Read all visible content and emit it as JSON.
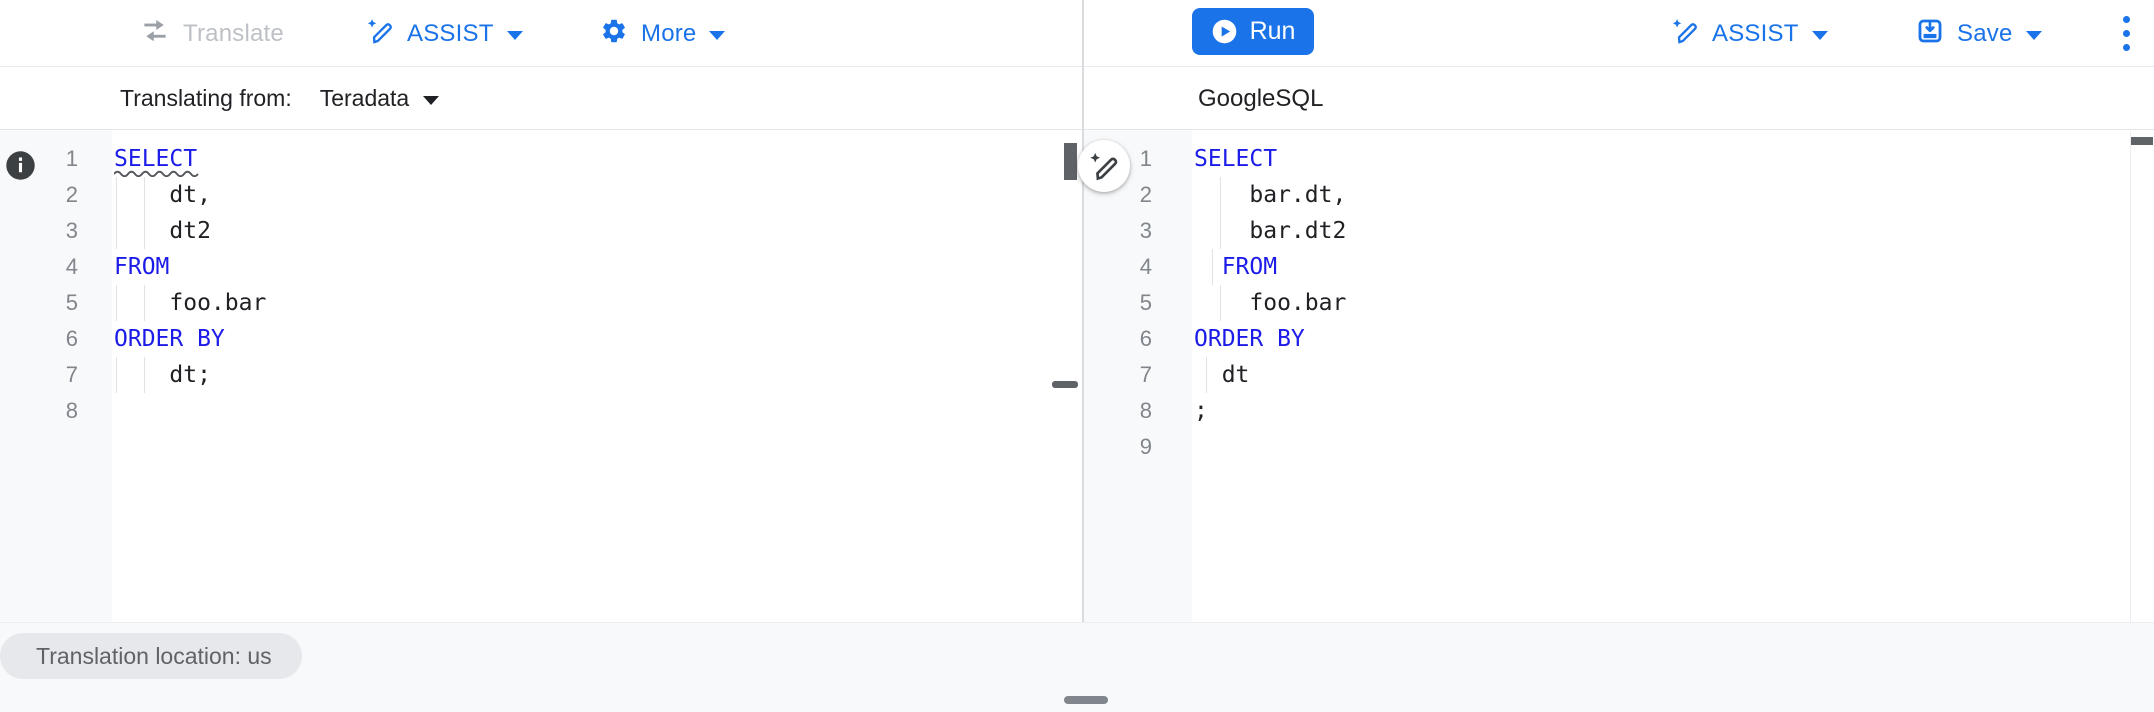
{
  "colors": {
    "accent_blue": "#1a73e8",
    "keyword_blue": "#1c1ce8",
    "success_green": "#1e8e3e",
    "disabled_gray": "#bdc1c6",
    "gutter_gray": "#f8f9fa"
  },
  "icons": {
    "translate": "swap-arrows-icon",
    "assist": "magic-pen-icon",
    "more": "gear-icon",
    "run": "play-circle-icon",
    "save": "save-tray-icon",
    "overflow": "kebab-menu-icon",
    "source_status": "check-circle-icon",
    "line_info": "info-icon",
    "fab": "magic-wand-icon"
  },
  "toolbar": {
    "translate_label": "Translate",
    "assist_label": "ASSIST",
    "more_label": "More",
    "run_label": "Run",
    "assist_right_label": "ASSIST",
    "save_label": "Save"
  },
  "left_panel": {
    "header_label": "Translating from:",
    "dialect_selected": "Teradata"
  },
  "right_panel": {
    "title": "GoogleSQL"
  },
  "left_editor": {
    "lines": [
      {
        "num": "1",
        "segments": [
          {
            "text": "SELECT",
            "type": "keyword"
          }
        ],
        "squiggle": {
          "offset": 0,
          "width": 86
        },
        "guides": []
      },
      {
        "num": "2",
        "segments": [
          {
            "text": "    dt,",
            "type": "plain"
          }
        ],
        "guides": [
          2,
          30
        ]
      },
      {
        "num": "3",
        "segments": [
          {
            "text": "    dt2",
            "type": "plain"
          }
        ],
        "guides": [
          2,
          30
        ]
      },
      {
        "num": "4",
        "segments": [
          {
            "text": "FROM",
            "type": "keyword"
          }
        ],
        "guides": []
      },
      {
        "num": "5",
        "segments": [
          {
            "text": "    foo.bar",
            "type": "plain"
          }
        ],
        "guides": [
          2,
          30
        ]
      },
      {
        "num": "6",
        "segments": [
          {
            "text": "ORDER BY",
            "type": "keyword"
          }
        ],
        "guides": []
      },
      {
        "num": "7",
        "segments": [
          {
            "text": "    dt;",
            "type": "plain"
          }
        ],
        "guides": [
          2,
          30
        ]
      },
      {
        "num": "8",
        "segments": [],
        "guides": []
      }
    ]
  },
  "right_editor": {
    "lines": [
      {
        "num": "1",
        "segments": [
          {
            "text": "SELECT",
            "type": "keyword"
          }
        ],
        "guides": []
      },
      {
        "num": "2",
        "segments": [
          {
            "text": "    bar.dt,",
            "type": "plain"
          }
        ],
        "guides": [
          26
        ]
      },
      {
        "num": "3",
        "segments": [
          {
            "text": "    bar.dt2",
            "type": "plain"
          }
        ],
        "guides": [
          26
        ]
      },
      {
        "num": "4",
        "segments": [
          {
            "text": "  ",
            "type": "plain"
          },
          {
            "text": "FROM",
            "type": "keyword"
          }
        ],
        "guides": [
          18
        ]
      },
      {
        "num": "5",
        "segments": [
          {
            "text": "    foo.bar",
            "type": "plain"
          }
        ],
        "guides": [
          26
        ]
      },
      {
        "num": "6",
        "segments": [
          {
            "text": "ORDER BY",
            "type": "keyword"
          }
        ],
        "guides": []
      },
      {
        "num": "7",
        "segments": [
          {
            "text": "  dt",
            "type": "plain"
          }
        ],
        "guides": [
          12
        ]
      },
      {
        "num": "8",
        "segments": [
          {
            "text": ";",
            "type": "plain"
          }
        ],
        "guides": []
      },
      {
        "num": "9",
        "segments": [],
        "guides": []
      }
    ]
  },
  "bottom_bar": {
    "location_chip": "Translation location: us"
  }
}
